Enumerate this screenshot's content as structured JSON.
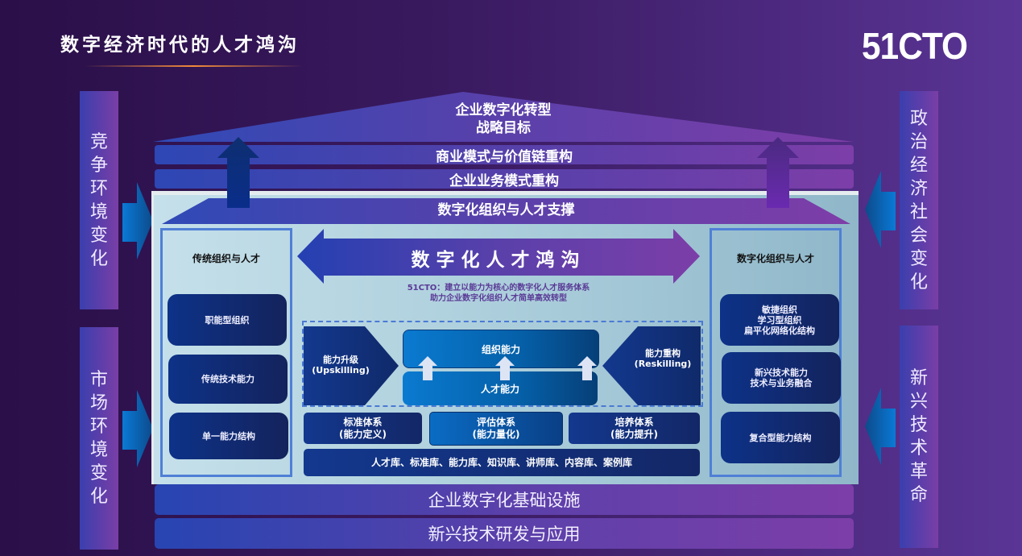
{
  "header": {
    "title": "数字经济时代的人才鸿沟",
    "logo": "51CTO"
  },
  "side_factors": {
    "left_top": [
      "竞",
      "争",
      "环",
      "境",
      "变",
      "化"
    ],
    "left_bottom": [
      "市",
      "场",
      "环",
      "境",
      "变",
      "化"
    ],
    "right_top": [
      "政",
      "治",
      "经",
      "济",
      "社",
      "会",
      "变",
      "化"
    ],
    "right_bottom": [
      "新",
      "兴",
      "技",
      "术",
      "革",
      "命"
    ]
  },
  "roof": {
    "line1": "企业数字化转型",
    "line2": "战略目标"
  },
  "bands": {
    "business_model": "商业模式与价值链重构",
    "enterprise_model": "企业业务模式重构",
    "support": "数字化组织与人才支撑"
  },
  "traditional": {
    "title": "传统组织与人才",
    "cards": [
      "职能型组织",
      "传统技术能力",
      "单一能力结构"
    ]
  },
  "digital": {
    "title": "数字化组织与人才",
    "cards": [
      [
        "敏捷组织",
        "学习型组织",
        "扁平化网络化结构"
      ],
      [
        "新兴技术能力",
        "技术与业务融合"
      ],
      [
        "复合型能力结构"
      ]
    ]
  },
  "gap": {
    "title": "数字化人才鸿沟",
    "subtitle_line1": "51CTO：建立以能力为核心的数字化人才服务体系",
    "subtitle_line2": "助力企业数字化组织人才简单高效转型"
  },
  "capability": {
    "upskilling_cn": "能力升级",
    "upskilling_en": "(Upskilling)",
    "reskilling_cn": "能力重构",
    "reskilling_en": "(Reskilling)",
    "org_capability": "组织能力",
    "talent_capability": "人才能力"
  },
  "systems": [
    {
      "name": "标准体系",
      "desc": "(能力定义)"
    },
    {
      "name": "评估体系",
      "desc": "(能力量化)"
    },
    {
      "name": "培养体系",
      "desc": "(能力提升)"
    }
  ],
  "libraries": "人才库、标准库、能力库、知识库、讲师库、内容库、案例库",
  "foundation": {
    "infrastructure": "企业数字化基础设施",
    "rnd": "新兴技术研发与应用"
  },
  "colors": {
    "bg_left": "#2a0f48",
    "bg_right": "#5a3596",
    "band_blue": "#2d47b4",
    "band_purple": "#7d3ea8",
    "card_dark": "#0d3288",
    "accent_orange": "#f08a3a",
    "panel_light": "#c5e0ea"
  }
}
